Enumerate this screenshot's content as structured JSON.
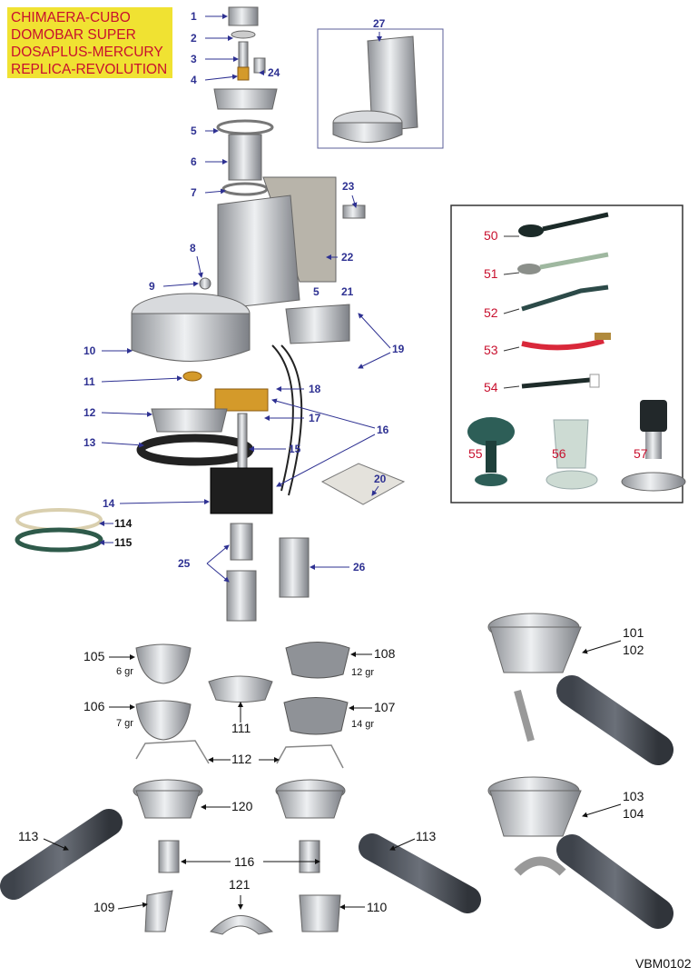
{
  "models": [
    "CHIMAERA-CUBO",
    "DOMOBAR SUPER",
    "DOSAPLUS-MERCURY",
    "REPLICA-REVOLUTION"
  ],
  "blue_labels": [
    "1",
    "2",
    "3",
    "4",
    "24",
    "5",
    "6",
    "7",
    "27",
    "23",
    "8",
    "9",
    "22",
    "5",
    "21",
    "19",
    "10",
    "11",
    "18",
    "12",
    "17",
    "16",
    "13",
    "15",
    "20",
    "14",
    "114",
    "115",
    "25",
    "26"
  ],
  "red_labels": [
    "50",
    "51",
    "52",
    "53",
    "54",
    "55",
    "56",
    "57"
  ],
  "black_labels": [
    "105",
    "108",
    "106",
    "111",
    "107",
    "112",
    "101",
    "102",
    "120",
    "103",
    "104",
    "113",
    "113",
    "116",
    "109",
    "121",
    "110"
  ],
  "basket_sizes": [
    "6 gr",
    "12 gr",
    "7 gr",
    "14 gr"
  ],
  "drawing_code": "VBM0102",
  "colors": {
    "label_blue": "#2e3192",
    "label_red": "#c8102e",
    "banner": "#f0e232"
  }
}
